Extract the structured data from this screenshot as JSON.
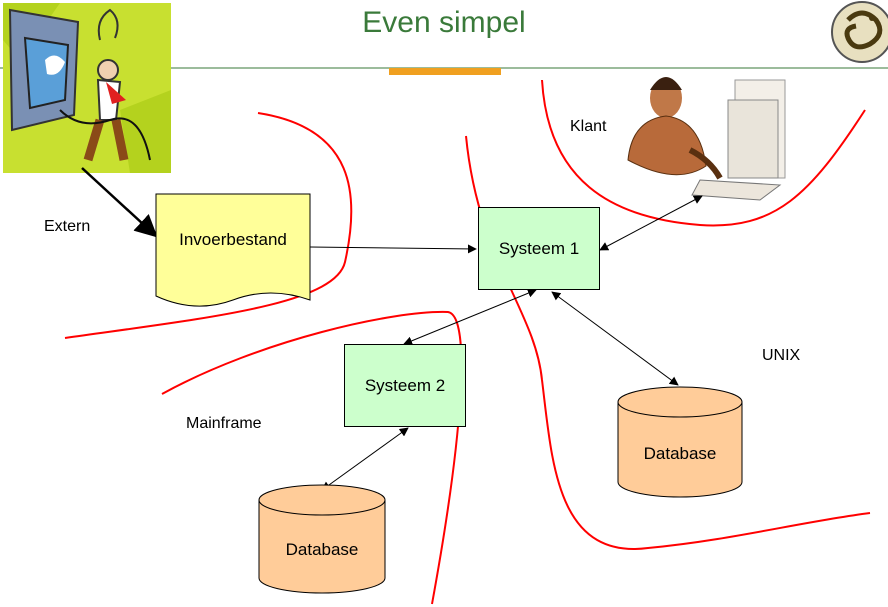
{
  "title": "Even simpel",
  "colors": {
    "title": "#3a7a3a",
    "header_rule": "#3a7a3a",
    "header_accent": "#f0a020",
    "boundary_curves": "#ff0000",
    "system_fill": "#ccffcc",
    "document_fill": "#ffff99",
    "database_fill": "#ffcc99"
  },
  "zones": {
    "extern": "Extern",
    "mainframe": "Mainframe",
    "unix": "UNIX",
    "client": "Klant"
  },
  "nodes": {
    "input_file": "Invoerbestand",
    "system1": "Systeem 1",
    "system2": "Systeem 2",
    "db_unix": "Database",
    "db_mainframe": "Database"
  },
  "images": {
    "logo": "lizard-logo",
    "computer_user": "computer-user-clipart",
    "client_person": "person-at-computer-clipart"
  }
}
